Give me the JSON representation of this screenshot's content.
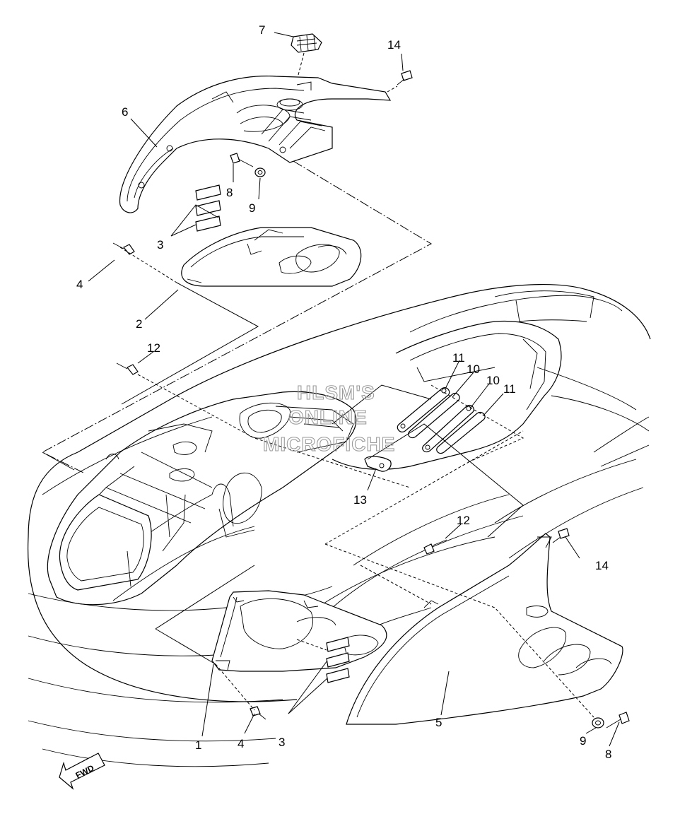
{
  "watermark": {
    "line1": "HLSM'S",
    "line2": "ONLINE",
    "line3": "MICROFICHE"
  },
  "direction_label": "FWD",
  "callouts": [
    {
      "id": "c7",
      "label": "7"
    },
    {
      "id": "c14a",
      "label": "14"
    },
    {
      "id": "c6",
      "label": "6"
    },
    {
      "id": "c8a",
      "label": "8"
    },
    {
      "id": "c9a",
      "label": "9"
    },
    {
      "id": "c3a",
      "label": "3"
    },
    {
      "id": "c4a",
      "label": "4"
    },
    {
      "id": "c2",
      "label": "2"
    },
    {
      "id": "c12a",
      "label": "12"
    },
    {
      "id": "c11a",
      "label": "11"
    },
    {
      "id": "c10a",
      "label": "10"
    },
    {
      "id": "c10b",
      "label": "10"
    },
    {
      "id": "c11b",
      "label": "11"
    },
    {
      "id": "c13",
      "label": "13"
    },
    {
      "id": "c12b",
      "label": "12"
    },
    {
      "id": "c14b",
      "label": "14"
    },
    {
      "id": "c1",
      "label": "1"
    },
    {
      "id": "c4b",
      "label": "4"
    },
    {
      "id": "c3b",
      "label": "3"
    },
    {
      "id": "c5",
      "label": "5"
    },
    {
      "id": "c9b",
      "label": "9"
    },
    {
      "id": "c8b",
      "label": "8"
    }
  ]
}
